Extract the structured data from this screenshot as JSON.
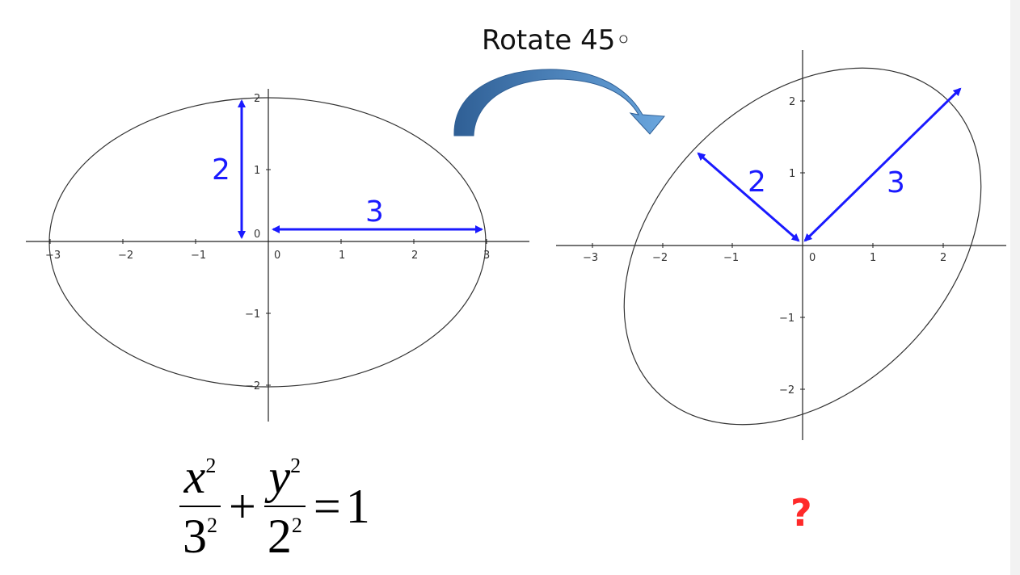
{
  "title": "Rotate 45◦",
  "question_mark": "?",
  "equation": {
    "left_num_var": "x",
    "left_num_exp": "2",
    "left_den_base": "3",
    "left_den_exp": "2",
    "plus": "+",
    "right_num_var": "y",
    "right_num_exp": "2",
    "right_den_base": "2",
    "right_den_exp": "2",
    "equals": "=",
    "rhs": "1"
  },
  "left_graph": {
    "x_ticks": [
      "−3",
      "−2",
      "−1",
      "0",
      "1",
      "2",
      "3"
    ],
    "y_ticks": [
      "2",
      "1",
      "0",
      "−1",
      "−2"
    ],
    "minor_axis_label": "2",
    "major_axis_label": "3"
  },
  "right_graph": {
    "x_ticks": [
      "−3",
      "−2",
      "−1",
      "0",
      "1",
      "2"
    ],
    "y_ticks": [
      "2",
      "1",
      "−1",
      "−2"
    ],
    "minor_axis_label": "2",
    "major_axis_label": "3"
  },
  "colors": {
    "arrow_blue": "#1a1aff",
    "curve": "#333333",
    "curved_arrow": "#3f7fbf",
    "question": "#ff2a2a"
  }
}
